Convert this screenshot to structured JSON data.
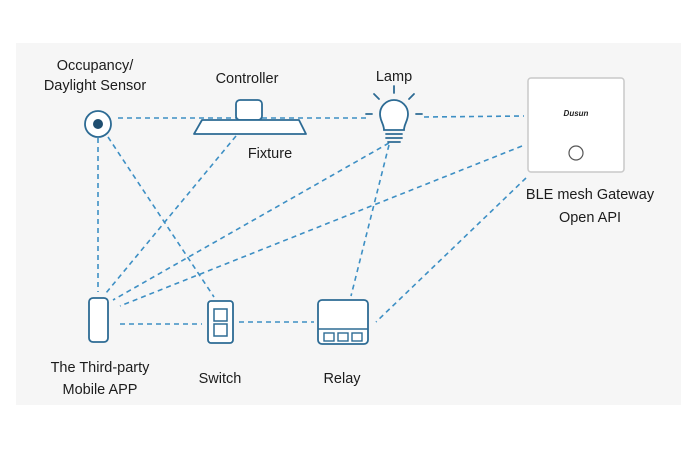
{
  "labels": {
    "sensor_line1": "Occupancy/",
    "sensor_line2": "Daylight Sensor",
    "controller": "Controller",
    "fixture": "Fixture",
    "lamp": "Lamp",
    "gateway_line1": "BLE mesh Gateway",
    "gateway_line2": "Open API",
    "app_line1": "The Third-party",
    "app_line2": "Mobile APP",
    "switch": "Switch",
    "relay": "Relay"
  },
  "gateway_logo": "Dusun",
  "colors": {
    "connection_line": "#3d8fc4",
    "device_stroke": "#2d6b94",
    "background": "#f6f6f6"
  },
  "icons": {
    "sensor": "occupancy-sensor-icon",
    "controller": "controller-icon",
    "fixture": "fixture-icon",
    "lamp": "lightbulb-icon",
    "gateway": "gateway-icon",
    "app": "smartphone-icon",
    "switch": "wall-switch-icon",
    "relay": "relay-icon"
  },
  "connections": [
    [
      "sensor",
      "lamp"
    ],
    [
      "lamp",
      "gateway"
    ],
    [
      "sensor",
      "app"
    ],
    [
      "sensor",
      "switch"
    ],
    [
      "fixture",
      "app"
    ],
    [
      "lamp",
      "app"
    ],
    [
      "lamp",
      "relay"
    ],
    [
      "gateway",
      "app"
    ],
    [
      "gateway",
      "relay"
    ],
    [
      "app",
      "switch"
    ],
    [
      "switch",
      "relay"
    ]
  ]
}
